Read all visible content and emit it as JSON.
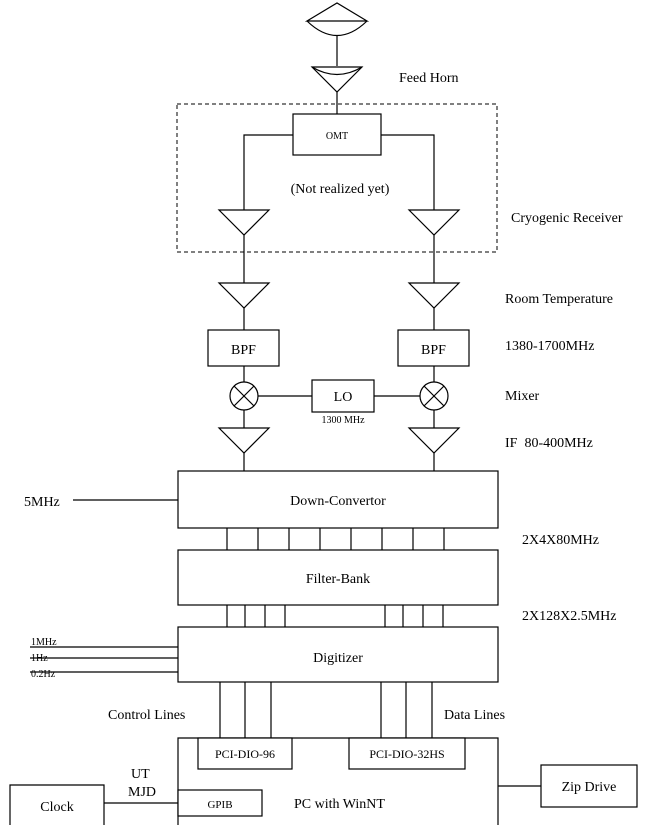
{
  "labels": {
    "feed_horn": "Feed Horn",
    "omt": "OMT",
    "not_realized": "(Not realized yet)",
    "cryogenic_receiver": "Cryogenic Receiver",
    "room_temperature": "Room Temperature",
    "bpf": "BPF",
    "bpf_band": "1380-1700MHz",
    "lo": "LO",
    "lo_freq": "1300 MHz",
    "mixer": "Mixer",
    "if_band": "IF  80-400MHz",
    "ref_5mhz": "5MHz",
    "down_convertor": "Down-Convertor",
    "dc_output": "2X4X80MHz",
    "filter_bank": "Filter-Bank",
    "fb_output": "2X128X2.5MHz",
    "clk_1mhz": "1MHz",
    "clk_1hz": "1Hz",
    "clk_02hz": "0.2Hz",
    "digitizer": "Digitizer",
    "control_lines": "Control Lines",
    "data_lines": "Data Lines",
    "pci_dio_96": "PCI-DIO-96",
    "pci_dio_32hs": "PCI-DIO-32HS",
    "ut": "UT",
    "mjd": "MJD",
    "clock": "Clock",
    "gpib": "GPIB",
    "pc": "PC with WinNT",
    "zip_drive": "Zip Drive"
  }
}
